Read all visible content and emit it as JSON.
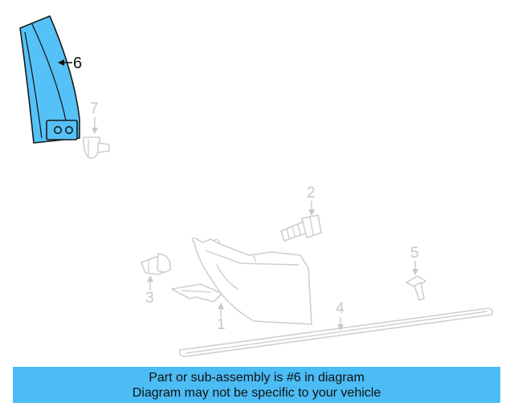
{
  "callouts": {
    "part_1": "1",
    "part_2": "2",
    "part_3": "3",
    "part_4": "4",
    "part_5": "5",
    "part_6": "6",
    "part_7": "7"
  },
  "highlighted_part": "6",
  "banner": {
    "line1": "Part or sub-assembly is #6 in diagram",
    "line2": "Diagram may not be specific to your vehicle"
  },
  "colors": {
    "highlight": "#55c2f7",
    "banner": "#4cbcf5",
    "ghost": "#cfcfcf"
  }
}
